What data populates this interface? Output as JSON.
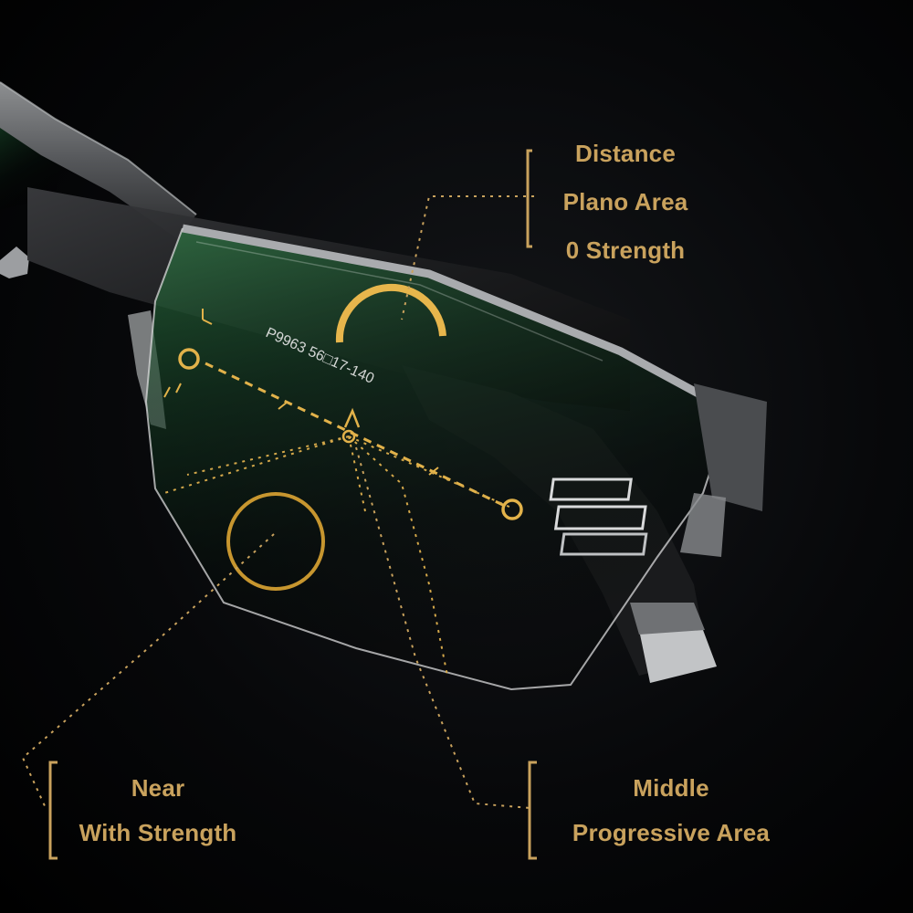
{
  "lens_model_text": "P9963  56□17-140",
  "accent_color": "#c9a25d",
  "callouts": {
    "distance": [
      "Distance",
      "Plano Area",
      "0 Strength"
    ],
    "near": [
      "Near",
      "With Strength"
    ],
    "middle": [
      "Middle",
      "Progressive Area"
    ]
  }
}
